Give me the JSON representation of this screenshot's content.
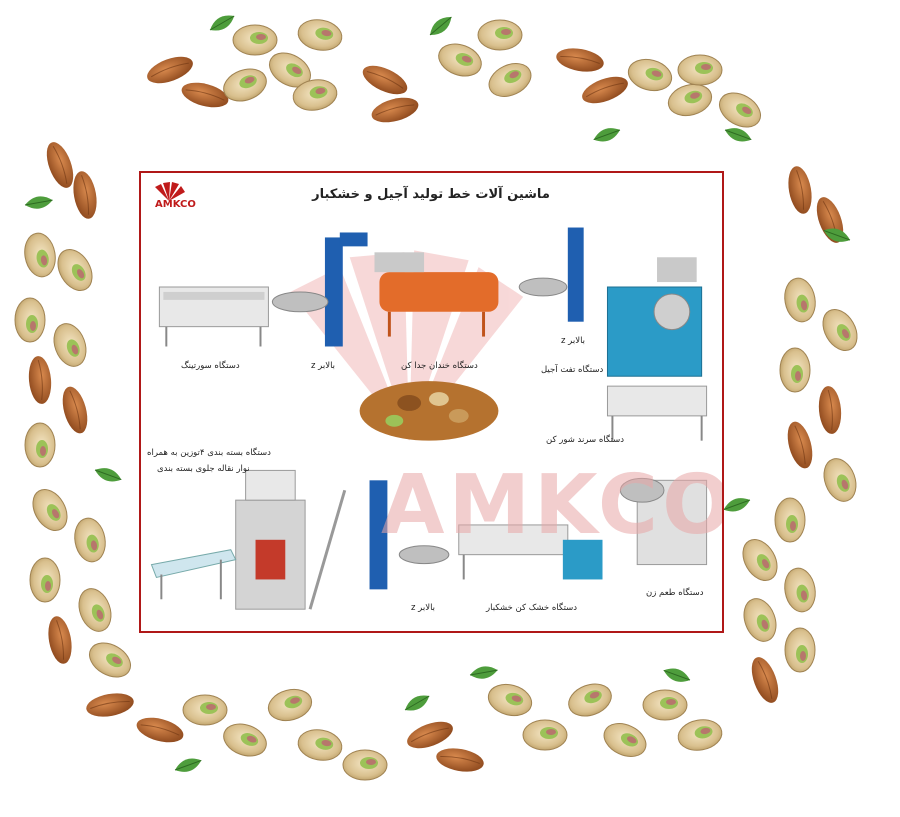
{
  "poster": {
    "title": "ماشین آلات خط تولید آجیل و خشکبار",
    "logo_text": "AMKCO",
    "watermark": "AMKCO"
  },
  "machines": [
    {
      "label": "دستگاه سورتینگ"
    },
    {
      "label": "بالابر z"
    },
    {
      "label": "دستگاه خندان جدا کن"
    },
    {
      "label": "بالابر z"
    },
    {
      "label": "دستگاه تفت آجیل"
    },
    {
      "label": "دستگاه سرند شور کن"
    },
    {
      "label": "دستگاه بسته بندی ۴توزین به همراه"
    },
    {
      "label": "نوار نقاله جلوی بسته بندی"
    },
    {
      "label": "بالابر z"
    },
    {
      "label": "دستگاه خشک کن خشکبار"
    },
    {
      "label": "دستگاه طعم زن"
    }
  ],
  "colors": {
    "frame": "#b01818",
    "accent": "#1f5fb0",
    "machine_blue": "#2b9bc7",
    "watermark": "#e8a7a7"
  }
}
